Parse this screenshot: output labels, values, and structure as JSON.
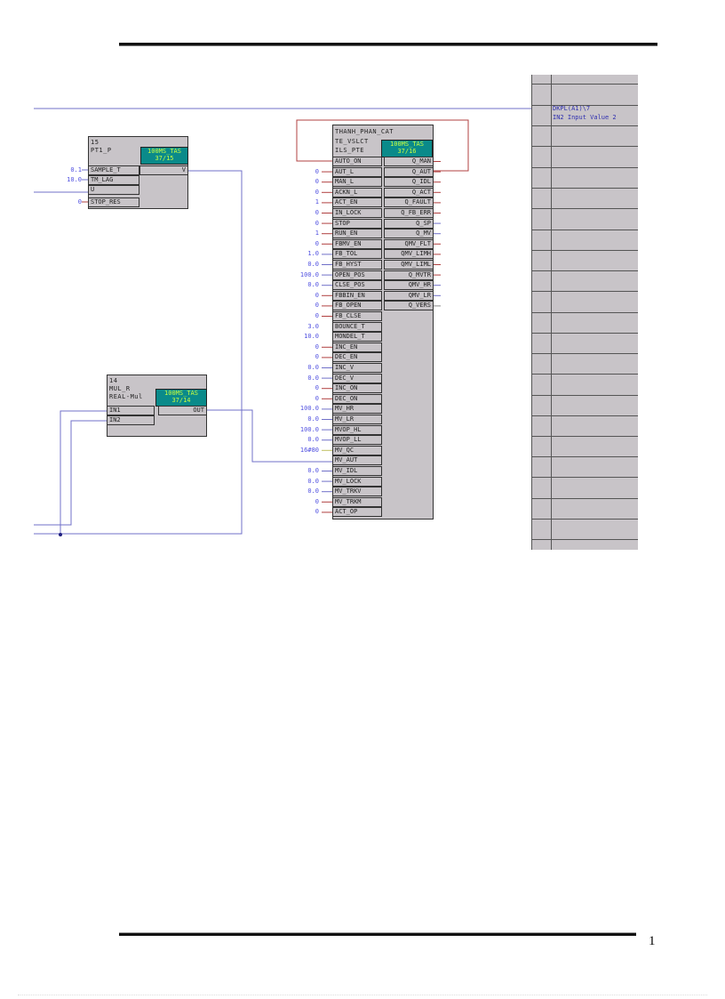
{
  "page": {
    "number": "1"
  },
  "colors": {
    "block_bg": "#c8c4c8",
    "task_bg": "#0a8a8a",
    "task_text": "#c8ff40",
    "wire_blue": "#5050c0",
    "wire_red": "#b04040",
    "value_text": "#5050e0"
  },
  "blocks": {
    "pt1": {
      "number": "15",
      "type": "PT1_P",
      "task": "100MS_TAS",
      "seq": "37/15",
      "inputs": [
        {
          "name": "SAMPLE_T",
          "value": "0.1"
        },
        {
          "name": "TM_LAG",
          "value": "10.0"
        },
        {
          "name": "U",
          "value": ""
        },
        {
          "name": "STOP_RES",
          "value": "0"
        }
      ],
      "outputs": [
        {
          "name": "V"
        }
      ]
    },
    "mul": {
      "number": "14",
      "type": "MUL_R",
      "comment": "REAL-Mul",
      "task": "100MS_TAS",
      "seq": "37/14",
      "inputs": [
        {
          "name": "IN1"
        },
        {
          "name": "IN2"
        }
      ],
      "outputs": [
        {
          "name": "OUT"
        }
      ]
    },
    "main": {
      "name": "THANH_PHAN_CAT",
      "line2": "TE_VSLCT",
      "line3": "ILS_PTE",
      "task": "100MS_TAS",
      "seq": "37/16",
      "inputs": [
        {
          "name": "AUTO_ON",
          "value": ""
        },
        {
          "name": "AUT_L",
          "value": "0"
        },
        {
          "name": "MAN_L",
          "value": "0"
        },
        {
          "name": "ACKN_L",
          "value": "0"
        },
        {
          "name": "ACT_EN",
          "value": "1"
        },
        {
          "name": "IN_LOCK",
          "value": "0"
        },
        {
          "name": "STOP",
          "value": "0"
        },
        {
          "name": "RUN_EN",
          "value": "1"
        },
        {
          "name": "FBMV_EN",
          "value": "0"
        },
        {
          "name": "FB_TOL",
          "value": "1.0"
        },
        {
          "name": "FB_HYST",
          "value": "0.0"
        },
        {
          "name": "OPEN_POS",
          "value": "100.0"
        },
        {
          "name": "CLSE_POS",
          "value": "0.0"
        },
        {
          "name": "FBBIN_EN",
          "value": "0"
        },
        {
          "name": "FB_OPEN",
          "value": "0"
        },
        {
          "name": "FB_CLSE",
          "value": "0"
        },
        {
          "name": "BOUNCE_T",
          "value": "3.0"
        },
        {
          "name": "MONDEL_T",
          "value": "10.0"
        },
        {
          "name": "INC_EN",
          "value": "0"
        },
        {
          "name": "DEC_EN",
          "value": "0"
        },
        {
          "name": "INC_V",
          "value": "0.0"
        },
        {
          "name": "DEC_V",
          "value": "0.0"
        },
        {
          "name": "INC_ON",
          "value": "0"
        },
        {
          "name": "DEC_ON",
          "value": "0"
        },
        {
          "name": "MV_HR",
          "value": "100.0"
        },
        {
          "name": "MV_LR",
          "value": "0.0"
        },
        {
          "name": "MVOP_HL",
          "value": "100.0"
        },
        {
          "name": "MVOP_LL",
          "value": "0.0"
        },
        {
          "name": "MV_QC",
          "value": "16#80"
        },
        {
          "name": "MV_AUT",
          "value": ""
        },
        {
          "name": "MV_IDL",
          "value": "0.0"
        },
        {
          "name": "MV_LOCK",
          "value": "0.0"
        },
        {
          "name": "MV_TRKV",
          "value": "0.0"
        },
        {
          "name": "MV_TRKM",
          "value": "0"
        },
        {
          "name": "ACT_OP",
          "value": "0"
        }
      ],
      "outputs": [
        {
          "name": "Q_MAN"
        },
        {
          "name": "Q_AUT"
        },
        {
          "name": "Q_IDL"
        },
        {
          "name": "Q_ACT"
        },
        {
          "name": "Q_FAULT"
        },
        {
          "name": "Q_FB_ERR"
        },
        {
          "name": "Q_SP"
        },
        {
          "name": "Q_MV"
        },
        {
          "name": "QMV_FLT"
        },
        {
          "name": "QMV_LIMH"
        },
        {
          "name": "QMV_LIML"
        },
        {
          "name": "Q_MVTR"
        },
        {
          "name": "QMV_HR"
        },
        {
          "name": "QMV_LR"
        },
        {
          "name": "Q_VERS"
        }
      ]
    }
  },
  "right_panel": {
    "ref": "DKPL(A1)\\7",
    "desc": "IN2 Input Value 2"
  }
}
